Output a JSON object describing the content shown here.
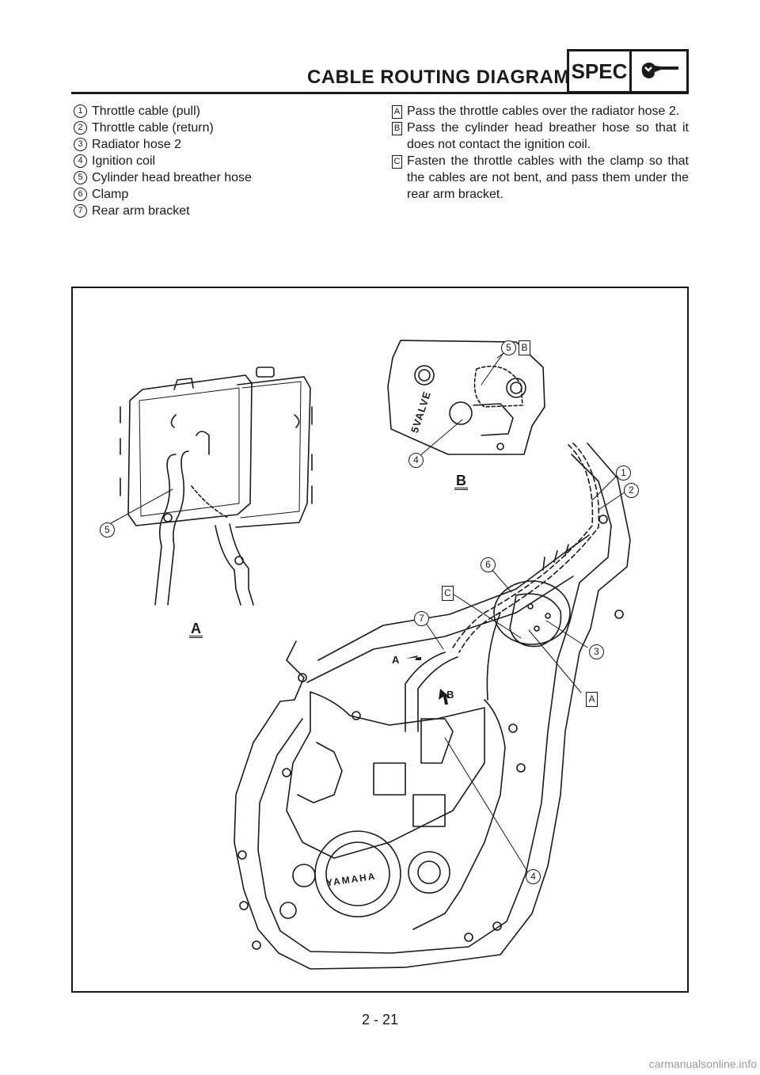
{
  "header": {
    "title": "CABLE ROUTING DIAGRAM",
    "spec_label": "SPEC",
    "spec_icon": "wrench-icon"
  },
  "legend": {
    "items": [
      {
        "num": "1",
        "text": "Throttle cable (pull)"
      },
      {
        "num": "2",
        "text": "Throttle cable (return)"
      },
      {
        "num": "3",
        "text": "Radiator hose 2"
      },
      {
        "num": "4",
        "text": "Ignition coil"
      },
      {
        "num": "5",
        "text": "Cylinder head breather hose"
      },
      {
        "num": "6",
        "text": "Clamp"
      },
      {
        "num": "7",
        "text": "Rear arm bracket"
      }
    ],
    "notes": [
      {
        "letter": "A",
        "text": "Pass the throttle cables over the radiator hose 2."
      },
      {
        "letter": "B",
        "text": "Pass the cylinder head breather hose so that it does not contact the ignition coil."
      },
      {
        "letter": "C",
        "text": "Fasten the throttle cables with the clamp so that the cables are not bent, and pass them under the rear arm bracket."
      }
    ]
  },
  "figure": {
    "callouts": {
      "c1": "1",
      "c2": "2",
      "c3": "3",
      "c4a": "4",
      "c4b": "4",
      "c5a": "5",
      "c5b": "5",
      "c6": "6",
      "c7": "7",
      "la": "A",
      "lb": "B",
      "lc": "C"
    },
    "view_a": "A",
    "view_b": "B",
    "arrow_a": "A",
    "arrow_b": "B",
    "valve_text": "5VALVE",
    "engine_logo": "YAMAHA"
  },
  "footer": {
    "page_number": "2 - 21",
    "watermark": "carmanualsonline.info"
  }
}
